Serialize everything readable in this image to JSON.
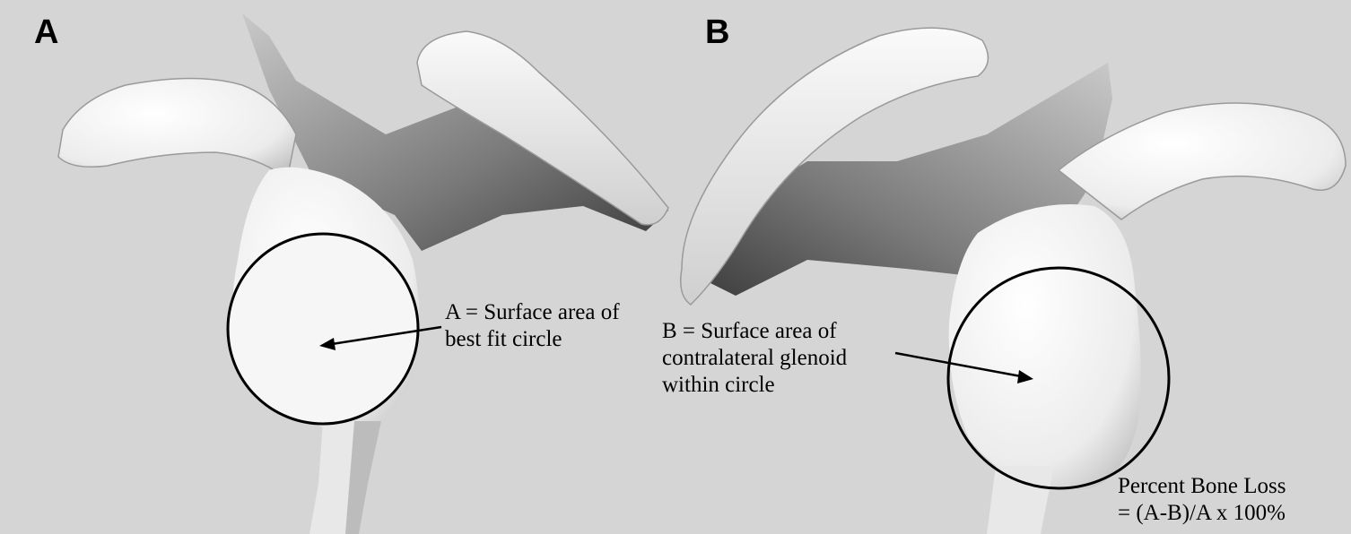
{
  "panels": {
    "a": {
      "letter": "A",
      "line1": "A = Surface area of",
      "line2": "best fit circle"
    },
    "b": {
      "letter": "B",
      "line1": "B = Surface area of",
      "line2": "contralateral glenoid",
      "line3": "within circle"
    }
  },
  "formula": {
    "line1": "Percent Bone Loss",
    "line2": "= (A-B)/A x 100%"
  },
  "colors": {
    "background": "#d5d5d5",
    "bone": "#f4f4f4",
    "bone_shadow": "#8a8a8a",
    "ink": "#000000"
  }
}
